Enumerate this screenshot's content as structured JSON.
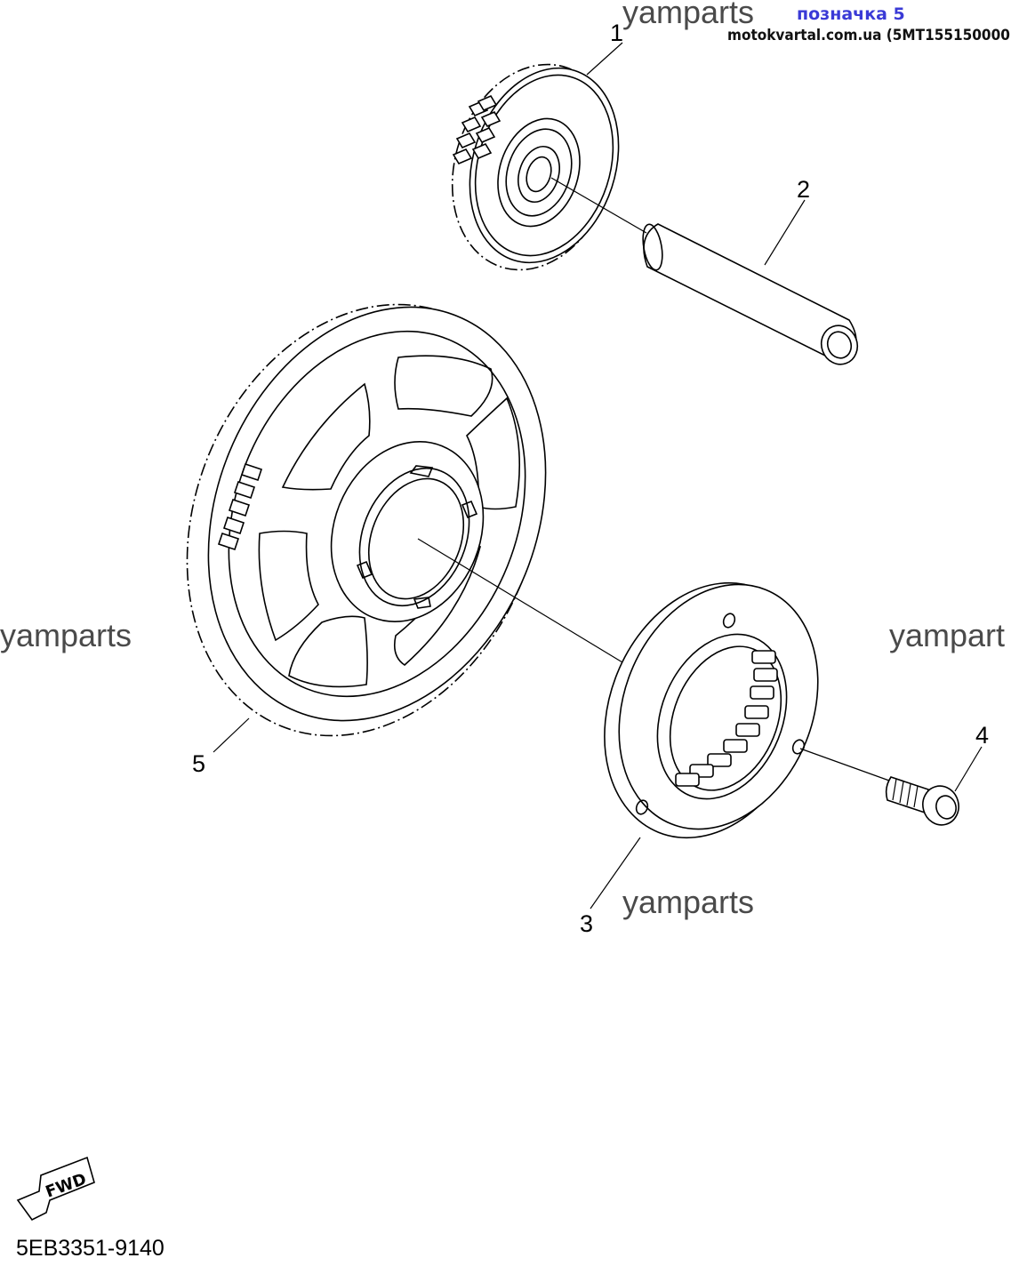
{
  "header": {
    "designation": "позначка 5",
    "site_reference": "motokvartal.com.ua (5MT155150000)"
  },
  "watermarks": [
    "yamparts",
    "yamparts",
    "yampart",
    "yamparts"
  ],
  "parts": [
    {
      "number": "1"
    },
    {
      "number": "2"
    },
    {
      "number": "3"
    },
    {
      "number": "4"
    },
    {
      "number": "5"
    }
  ],
  "fwd_arrow": {
    "label": "FWD"
  },
  "diagram_code": "5EB3351-9140"
}
